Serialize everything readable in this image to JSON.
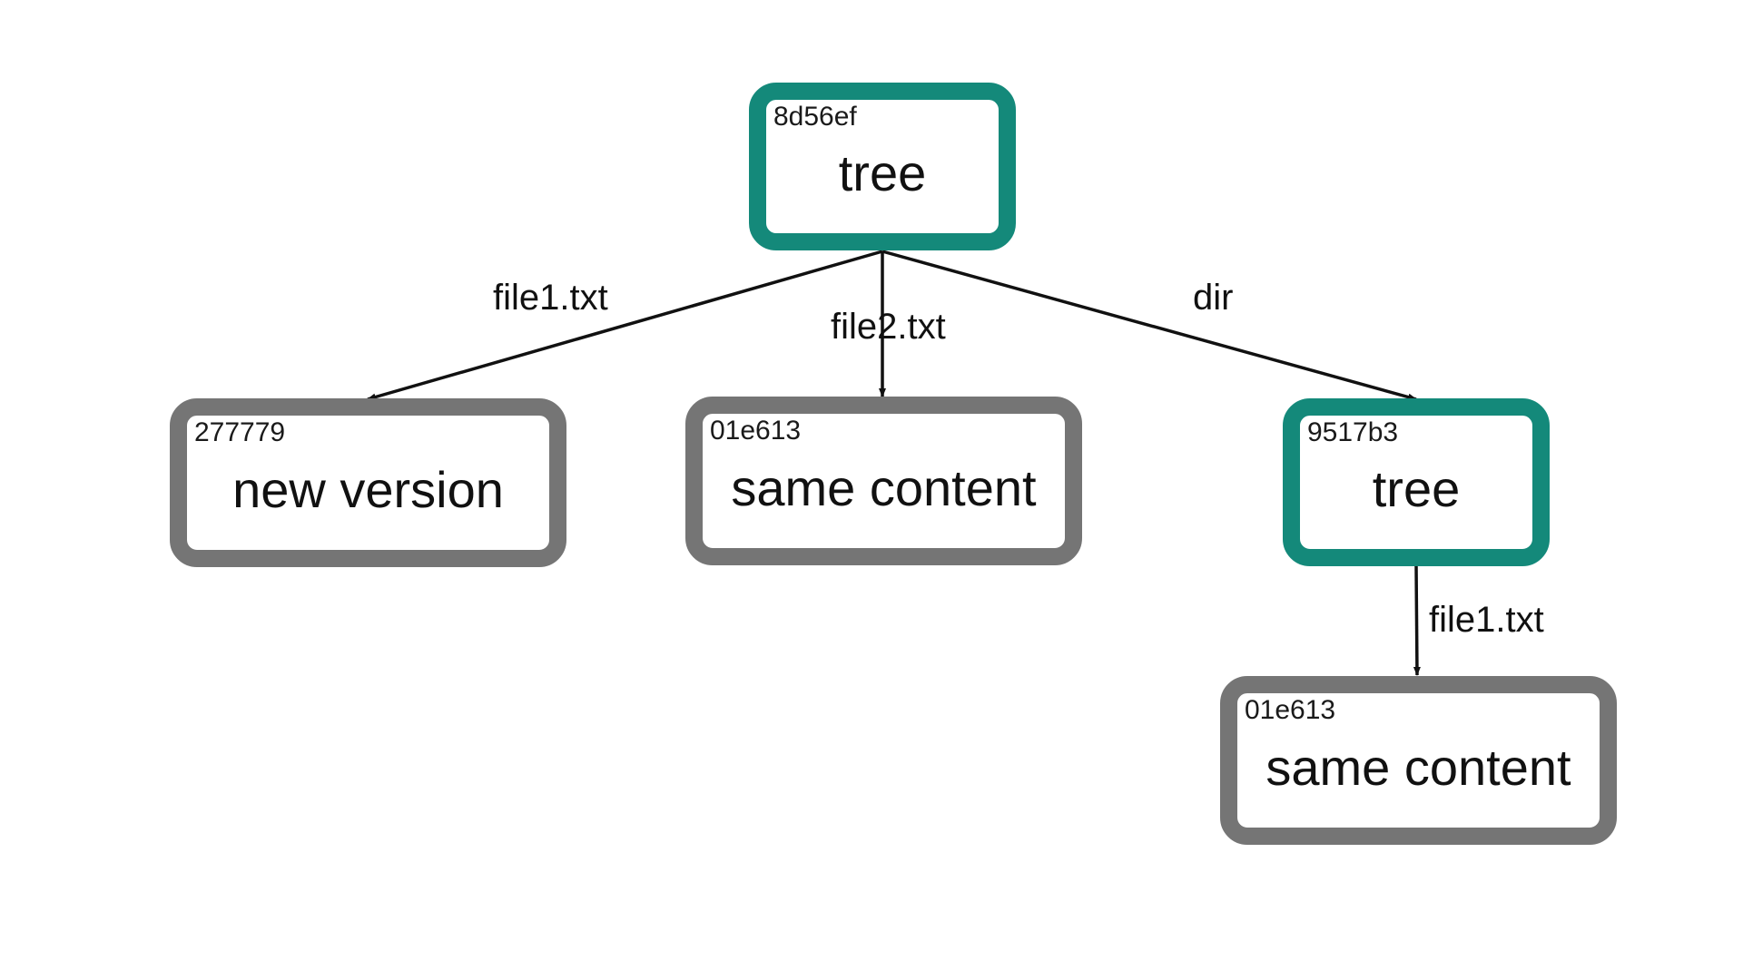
{
  "nodes": {
    "root": {
      "hash": "8d56ef",
      "label": "tree"
    },
    "file1": {
      "hash": "277779",
      "label": "new version"
    },
    "file2": {
      "hash": "01e613",
      "label": "same content"
    },
    "dir": {
      "hash": "9517b3",
      "label": "tree"
    },
    "dir_file1": {
      "hash": "01e613",
      "label": "same content"
    }
  },
  "edges": {
    "root_file1": "file1.txt",
    "root_file2": "file2.txt",
    "root_dir": "dir",
    "dir_file1": "file1.txt"
  },
  "colors": {
    "tree_border": "#14897a",
    "blob_border": "#757575",
    "edge": "#111111"
  }
}
